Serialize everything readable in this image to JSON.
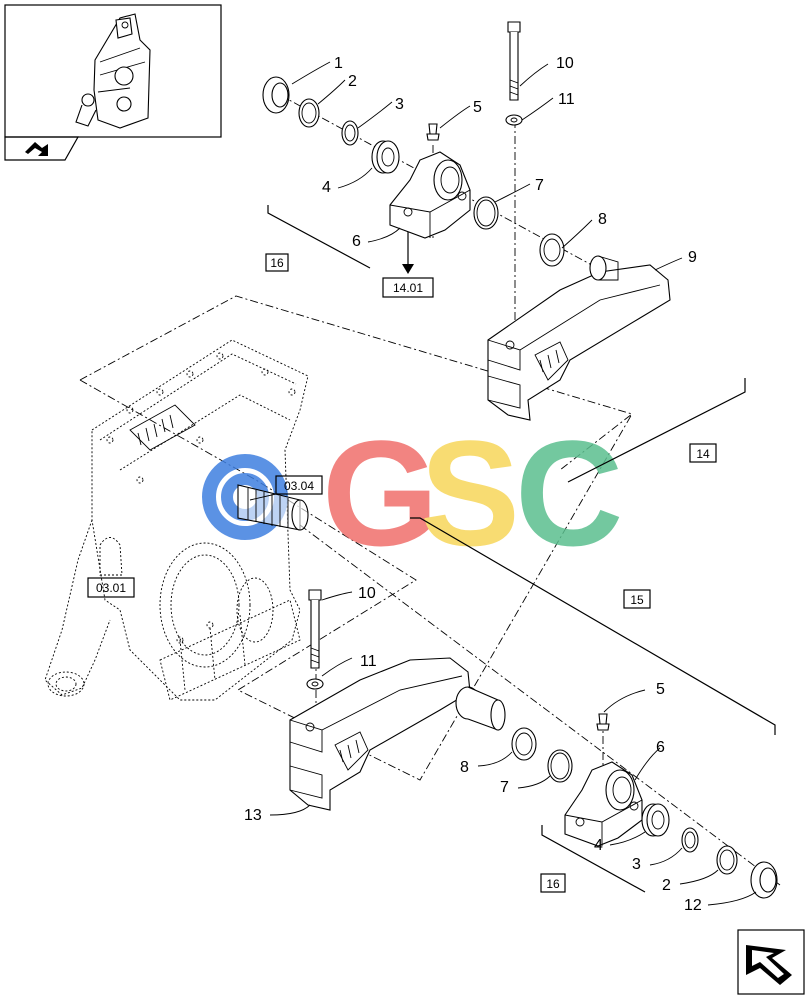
{
  "thumbnail": {
    "label": "overview-thumbnail"
  },
  "watermark": {
    "text": [
      "G",
      "S",
      "C"
    ],
    "colors": {
      "ring": "#3f7fe0",
      "G": "#f06f6c",
      "S": "#f7d65a",
      "C": "#5bbf8f"
    }
  },
  "callouts": {
    "top": [
      "1",
      "2",
      "3",
      "5",
      "10",
      "11",
      "4",
      "7",
      "8",
      "6",
      "9"
    ],
    "bottom": [
      "10",
      "11",
      "5",
      "6",
      "8",
      "7",
      "13",
      "4",
      "3",
      "2",
      "12"
    ]
  },
  "refs": {
    "r16_top": "16",
    "r14_01": "14.01",
    "r14": "14",
    "r03_04": "03.04",
    "r03_01": "03.01",
    "r15": "15",
    "r16_bottom": "16"
  },
  "icons": {
    "nav_prev": "arrow-back-icon",
    "nav_next": "arrow-next-icon"
  }
}
